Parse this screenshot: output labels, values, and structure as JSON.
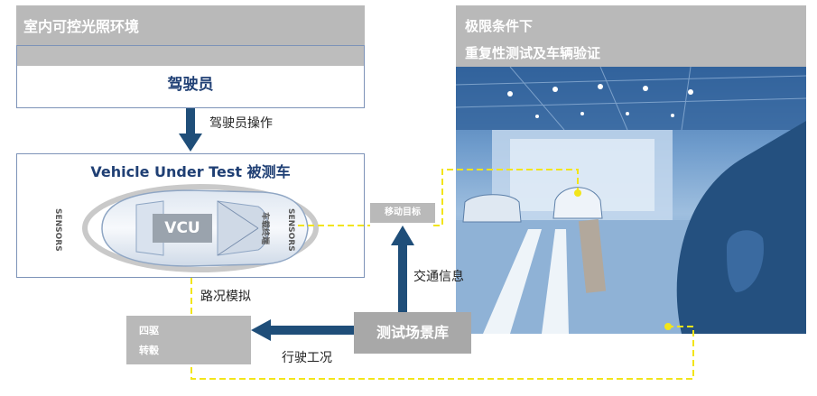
{
  "left_panel": {
    "header": "室内可控光照环境",
    "driver_box": "驾驶员",
    "driver_op_label": "驾驶员操作",
    "vut_title": "Vehicle Under Test 被测车",
    "vcu_label": "VCU",
    "sensors_left": "SENSORS",
    "sensors_right": "SENSORS",
    "car_center_label": "车载终端"
  },
  "right_panel": {
    "header_line1": "极限条件下",
    "header_line2": "重复性测试及车辆验证"
  },
  "flow": {
    "moving_target": "移动目标",
    "traffic_info": "交通信息",
    "road_sim": "路况模拟",
    "four_wheel_line1": "四驱",
    "four_wheel_line2": "转毂",
    "scenario_db": "测试场景库",
    "driving_cond": "行驶工况"
  },
  "colors": {
    "arrow": "#1f4e79",
    "banner": "#b9b9b9",
    "dashed": "#f2e51a",
    "photo_blue": "#4a7fb8"
  }
}
